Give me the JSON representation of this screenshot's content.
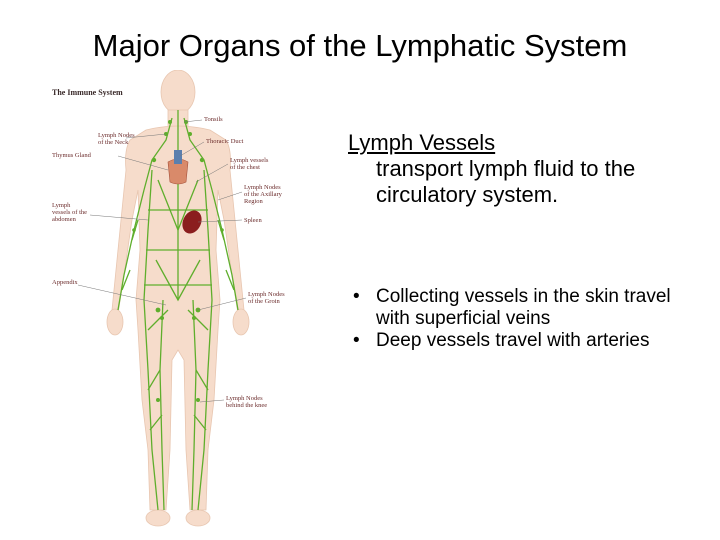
{
  "slide": {
    "title": "Major Organs of the Lymphatic System"
  },
  "figure": {
    "title": "The Immune System",
    "labels": {
      "tonsils": "Tonsils",
      "neck_nodes_1": "Lymph Nodes",
      "neck_nodes_2": "of the Neck",
      "thoracic_duct": "Thoracic Duct",
      "thymus": "Thymus Gland",
      "chest_vessels_1": "Lymph vessels",
      "chest_vessels_2": "of the chest",
      "axillary_1": "Lymph Nodes",
      "axillary_2": "of the Axillary",
      "axillary_3": "Region",
      "abdomen_1": "Lymph",
      "abdomen_2": "vessels of the",
      "abdomen_3": "abdomen",
      "spleen": "Spleen",
      "appendix": "Appendix",
      "groin_1": "Lymph Nodes",
      "groin_2": "of the Groin",
      "knee_1": "Lymph Nodes",
      "knee_2": "behind the knee"
    },
    "colors": {
      "skin": "#f6dccb",
      "vessel": "#5fae2c",
      "organ": "#8b1e1e",
      "label": "#6a2a2a"
    }
  },
  "content": {
    "heading_underlined": "Lymph Vessels",
    "heading_rest": "transport lymph fluid to the circulatory system.",
    "bullets": [
      "Collecting vessels in the skin travel with superficial veins",
      "Deep vessels travel with arteries"
    ]
  }
}
